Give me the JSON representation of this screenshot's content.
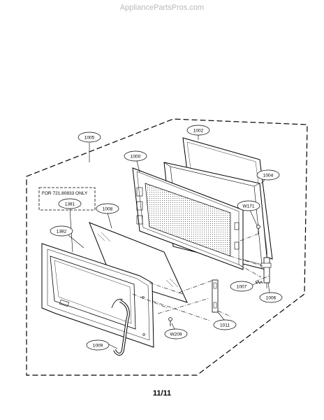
{
  "watermark": "AppliancePartsPros.com",
  "page_number": "11/11",
  "note": "FOR 721.80833 ONLY",
  "callouts": {
    "c1005": "1005",
    "c1002": "1002",
    "c1000": "1000",
    "c1004": "1004",
    "c1381": "1381",
    "c1008": "1008",
    "cW171": "W171",
    "c1382": "1382",
    "c1007": "1007",
    "c1006": "1006",
    "c1011": "1011",
    "cW209": "W209",
    "c1009": "1009"
  }
}
